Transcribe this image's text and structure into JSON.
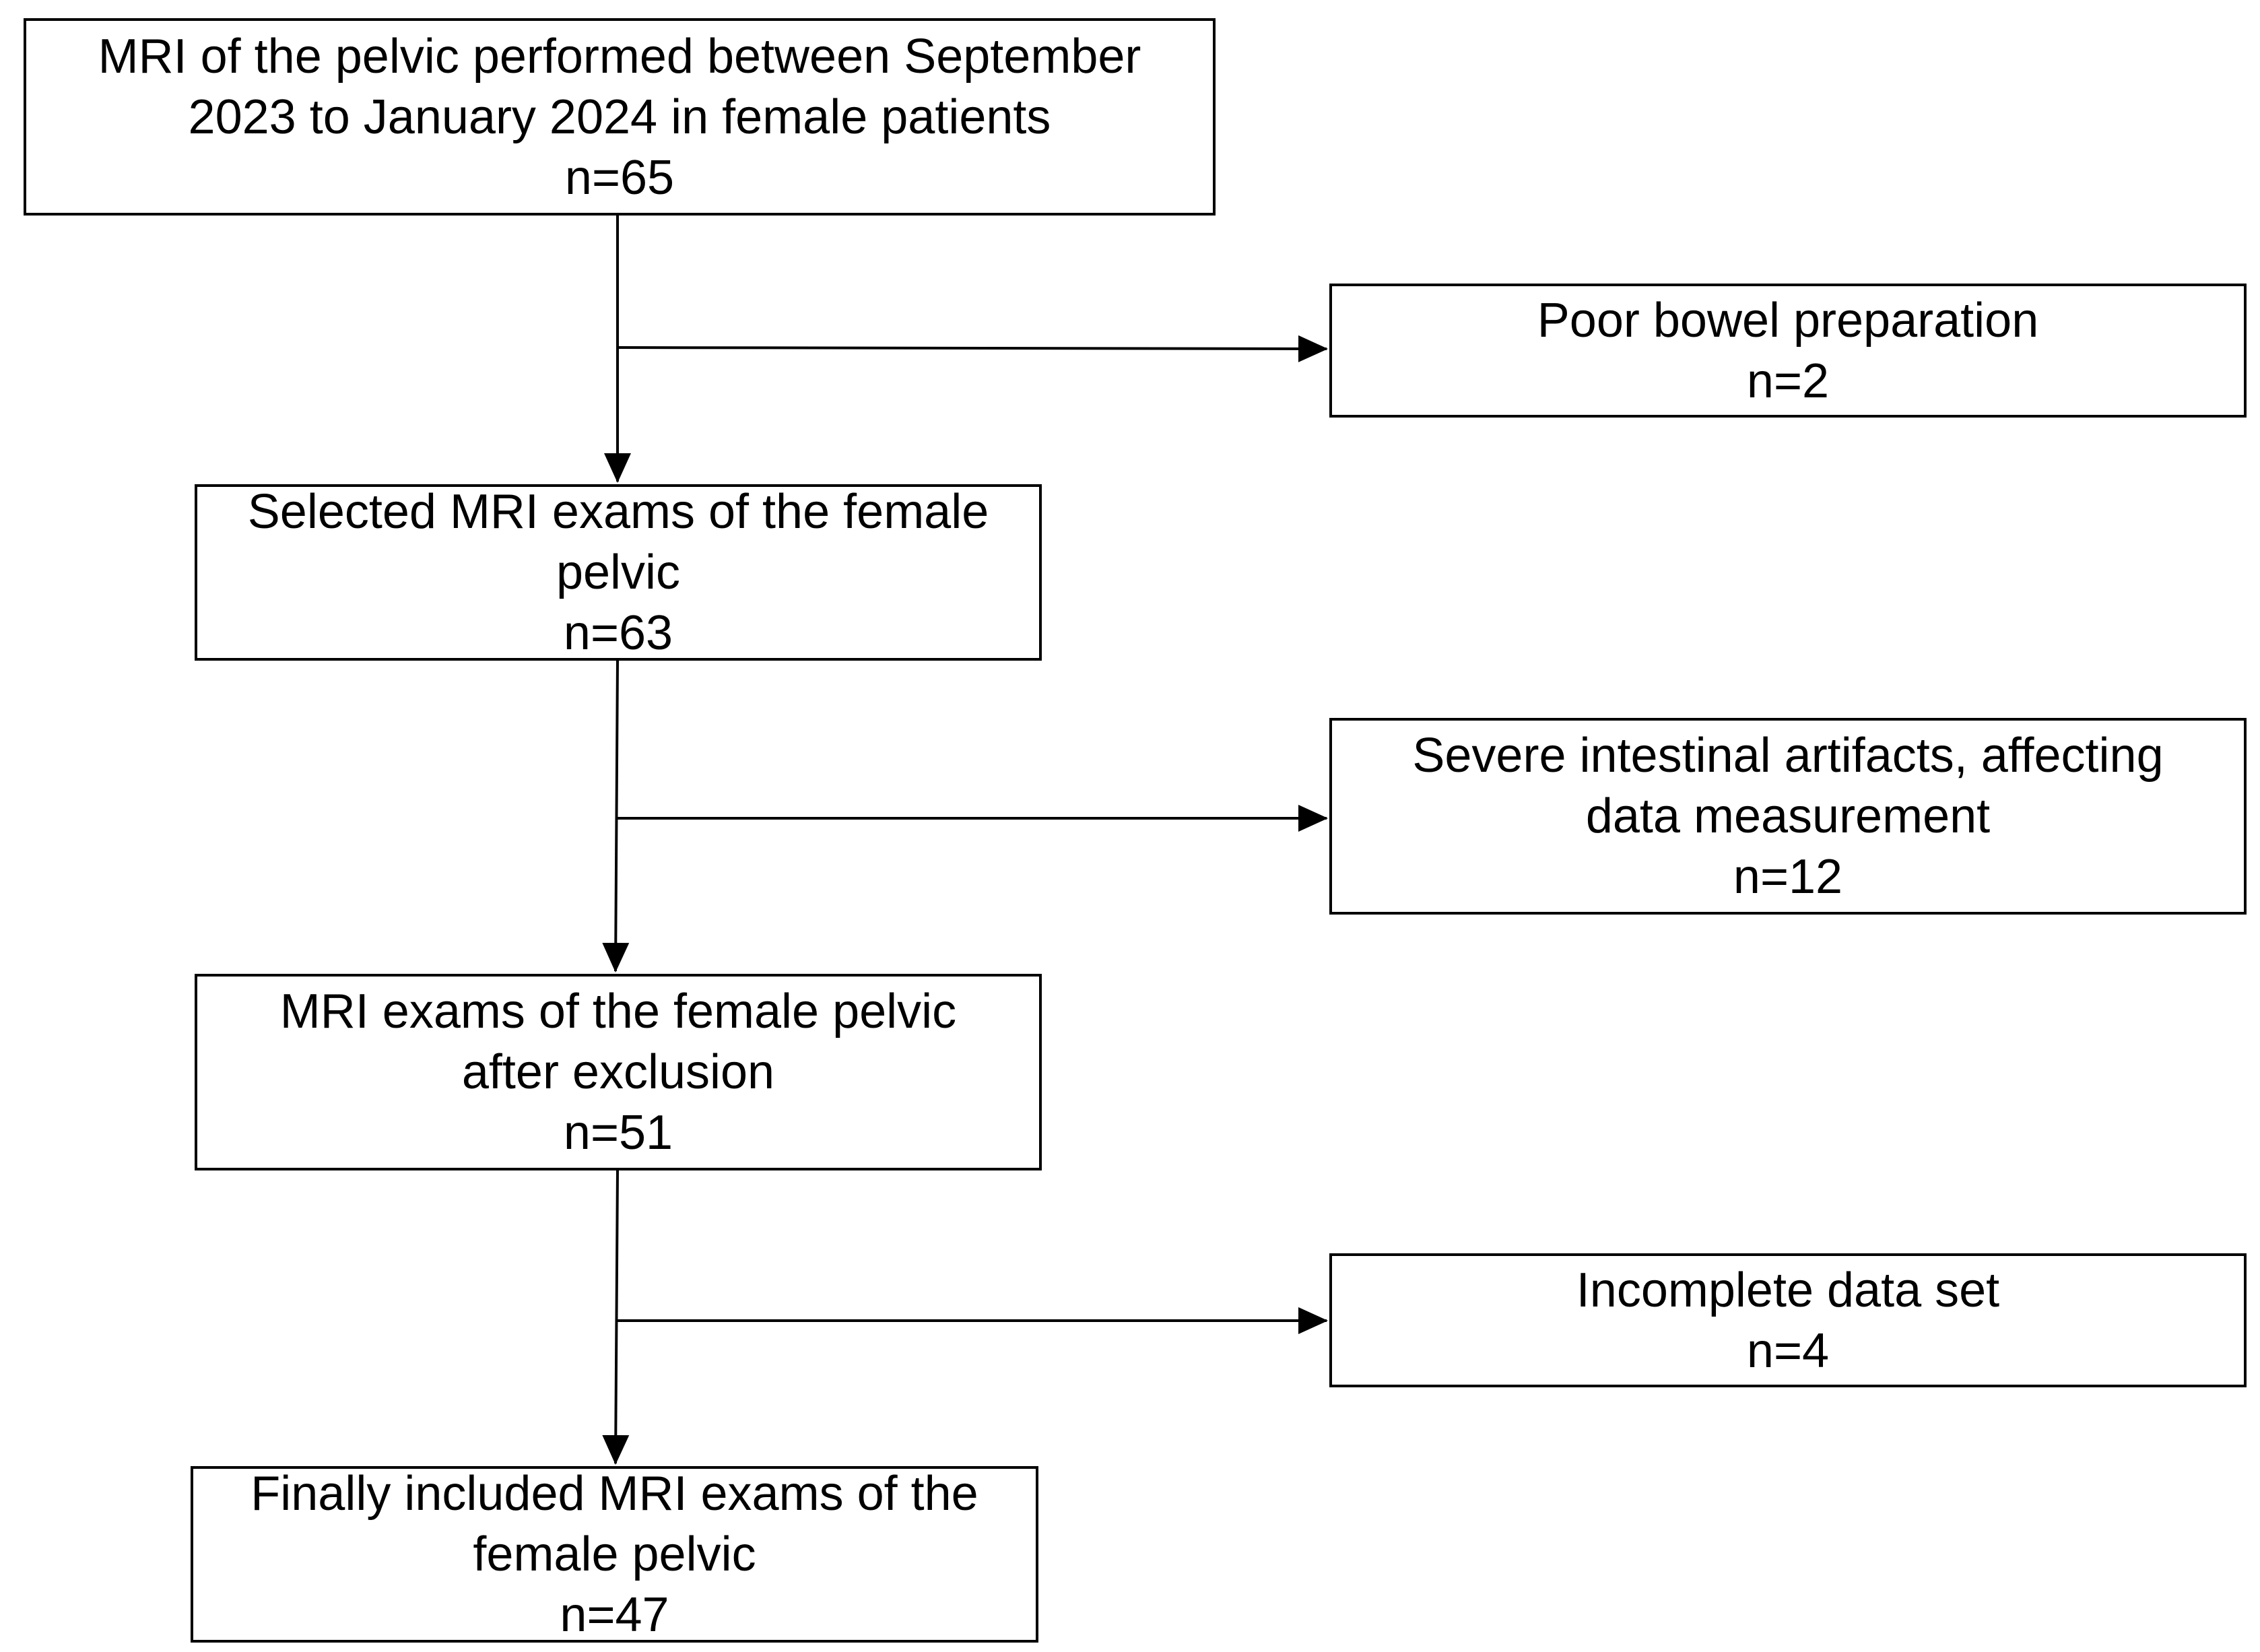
{
  "main_boxes": [
    {
      "text": "MRI of the pelvic performed between September\n2023 to January 2024 in female patients",
      "n": "n=65"
    },
    {
      "text": "Selected MRI exams of the female\npelvic",
      "n": "n=63"
    },
    {
      "text": "MRI exams of the female pelvic\nafter exclusion",
      "n": "n=51"
    },
    {
      "text": "Finally included MRI exams of the\nfemale pelvic",
      "n": "n=47"
    }
  ],
  "exclusion_boxes": [
    {
      "text": "Poor bowel preparation",
      "n": "n=2"
    },
    {
      "text": "Severe intestinal artifacts, affecting\ndata measurement",
      "n": "n=12"
    },
    {
      "text": "Incomplete data set",
      "n": "n=4"
    }
  ],
  "colors": {
    "line": "#000000",
    "box_border": "#000000",
    "background": "#ffffff",
    "text": "#000000"
  }
}
